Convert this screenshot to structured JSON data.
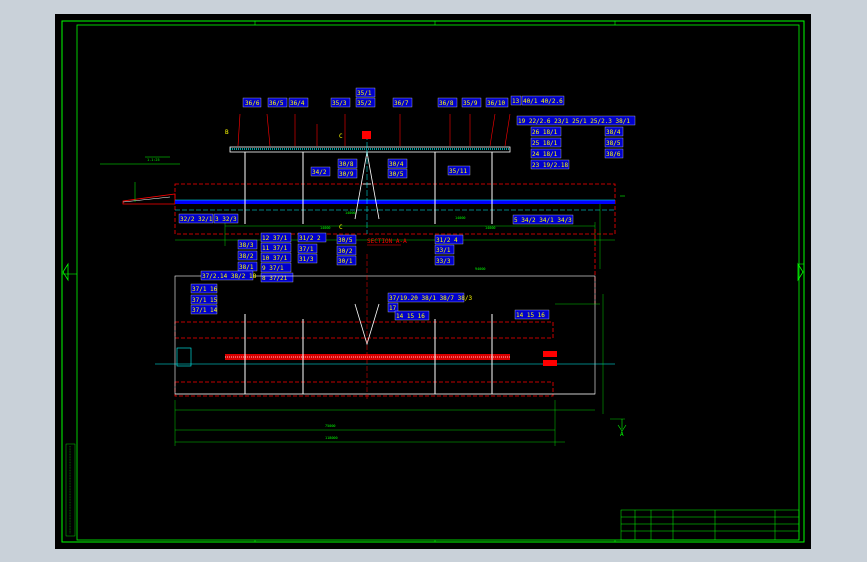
{
  "colors": {
    "background": "#000000",
    "frame": "#00ff00",
    "label_text": "#ffff00",
    "label_box": "#0000cc",
    "section_line": "#ff0000",
    "steel": "#0000ff",
    "detail": "#ffffff",
    "center_line": "#00ffff",
    "window_bg": "#c9d1d9"
  },
  "section_title": "SECTION A-A",
  "view_marks": {
    "b": "B",
    "c": "C",
    "c2": "C",
    "a_right": "A"
  },
  "labels_top": [
    "36/6",
    "36/5",
    "36/4",
    "35/3",
    "35/2",
    "35/1",
    "36/7",
    "36/8",
    "35/9",
    "36/10",
    "13",
    "40/1 40/2.6"
  ],
  "labels_right": [
    "19 22/2.6 23/1 25/1 25/2.3 38/1",
    "26 18/1",
    "25 18/1",
    "24 18/1",
    "23 19/2.18",
    "38/4",
    "38/5",
    "38/6"
  ],
  "labels_mid_upper": [
    "34/2",
    "30/8",
    "30/9",
    "30/4",
    "30/5",
    "35/11"
  ],
  "labels_row_low": [
    "32/2 32/1",
    "3 32/3",
    "5 34/2 34/1 34/3"
  ],
  "labels_lower_left": [
    "12 37/1",
    "11 37/1",
    "10 37/1",
    "9 37/1",
    "8 37/21",
    "38/3",
    "38/2",
    "38/1",
    "31/2 2",
    "37/1",
    "31/3",
    "30/5",
    "30/2",
    "30/1",
    "31/2 4",
    "33/1",
    "33/3"
  ],
  "labels_plan_left": [
    "37/2.14 38/2 18",
    "37/1 16",
    "37/1 15",
    "37/1 14"
  ],
  "labels_plan_mid": [
    "37/19.20 38/1 38/7 38/3",
    "17",
    "14 15 16"
  ],
  "labels_plan_right": [
    "14 15 16"
  ],
  "title_block": {
    "row1": "",
    "row2": ""
  }
}
